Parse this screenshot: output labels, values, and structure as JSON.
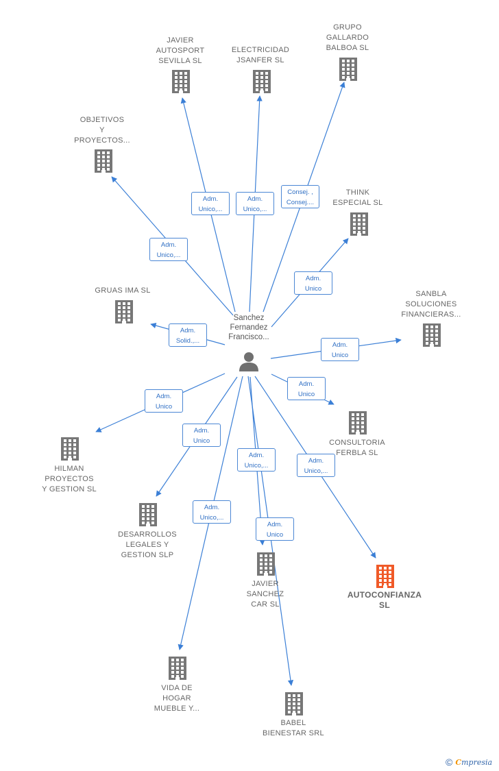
{
  "center": {
    "label": "Sanchez\nFernandez\nFrancisco...",
    "icon": "person-icon"
  },
  "colors": {
    "edge": "#3b7fd6",
    "building": "#777777",
    "highlight": "#f05a28",
    "label_border": "#4a86d4"
  },
  "nodes": [
    {
      "id": "javier-autosport",
      "label": "JAVIER\nAUTOSPORT\nSEVILLA SL",
      "icon": "building-icon"
    },
    {
      "id": "electricidad",
      "label": "ELECTRICIDAD\nJSANFER SL",
      "icon": "building-icon"
    },
    {
      "id": "grupo-gallardo",
      "label": "GRUPO\nGALLARDO\nBALBOA SL",
      "icon": "building-icon"
    },
    {
      "id": "objetivos",
      "label": "OBJETIVOS\nY\nPROYECTOS...",
      "icon": "building-icon"
    },
    {
      "id": "think",
      "label": "THINK\nESPECIAL SL",
      "icon": "building-icon"
    },
    {
      "id": "gruas",
      "label": "GRUAS IMA SL",
      "icon": "building-icon"
    },
    {
      "id": "sanbla",
      "label": "SANBLA\nSOLUCIONES\nFINANCIERAS...",
      "icon": "building-icon"
    },
    {
      "id": "consultoria",
      "label": "CONSULTORIA\nFERBLA SL",
      "icon": "building-icon"
    },
    {
      "id": "hilman",
      "label": "HILMAN\nPROYECTOS\nY GESTION SL",
      "icon": "building-icon"
    },
    {
      "id": "desarrollos",
      "label": "DESARROLLOS\nLEGALES Y\nGESTION SLP",
      "icon": "building-icon"
    },
    {
      "id": "javier-sanchez",
      "label": "JAVIER\nSANCHEZ\nCAR SL",
      "icon": "building-icon"
    },
    {
      "id": "autoconfianza",
      "label": "AUTOCONFIANZA\nSL",
      "icon": "building-icon",
      "highlight": true
    },
    {
      "id": "vida-hogar",
      "label": "VIDA DE\nHOGAR\nMUEBLE Y...",
      "icon": "building-icon"
    },
    {
      "id": "babel",
      "label": "BABEL\nBIENESTAR SRL",
      "icon": "building-icon"
    }
  ],
  "relations": [
    {
      "to": "javier-autosport",
      "label": "Adm.\nUnico,..."
    },
    {
      "to": "electricidad",
      "label": "Adm.\nUnico,..."
    },
    {
      "to": "grupo-gallardo",
      "label": "Consej. ,\nConsej...."
    },
    {
      "to": "objetivos",
      "label": "Adm.\nUnico,..."
    },
    {
      "to": "think",
      "label": "Adm.\nUnico"
    },
    {
      "to": "gruas",
      "label": "Adm.\nSolid.,..."
    },
    {
      "to": "sanbla",
      "label": "Adm.\nUnico"
    },
    {
      "to": "consultoria",
      "label": "Adm.\nUnico"
    },
    {
      "to": "hilman",
      "label": "Adm.\nUnico"
    },
    {
      "to": "desarrollos",
      "label": "Adm.\nUnico"
    },
    {
      "to": "javier-sanchez",
      "label": "Adm.\nUnico,..."
    },
    {
      "to": "autoconfianza",
      "label": "Adm.\nUnico,..."
    },
    {
      "to": "vida-hogar",
      "label": "Adm.\nUnico,..."
    },
    {
      "to": "babel",
      "label": "Adm.\nUnico"
    }
  ],
  "footer": {
    "copyright_icon": "©",
    "brand_initial": "C",
    "brand_rest": "mpresia"
  }
}
